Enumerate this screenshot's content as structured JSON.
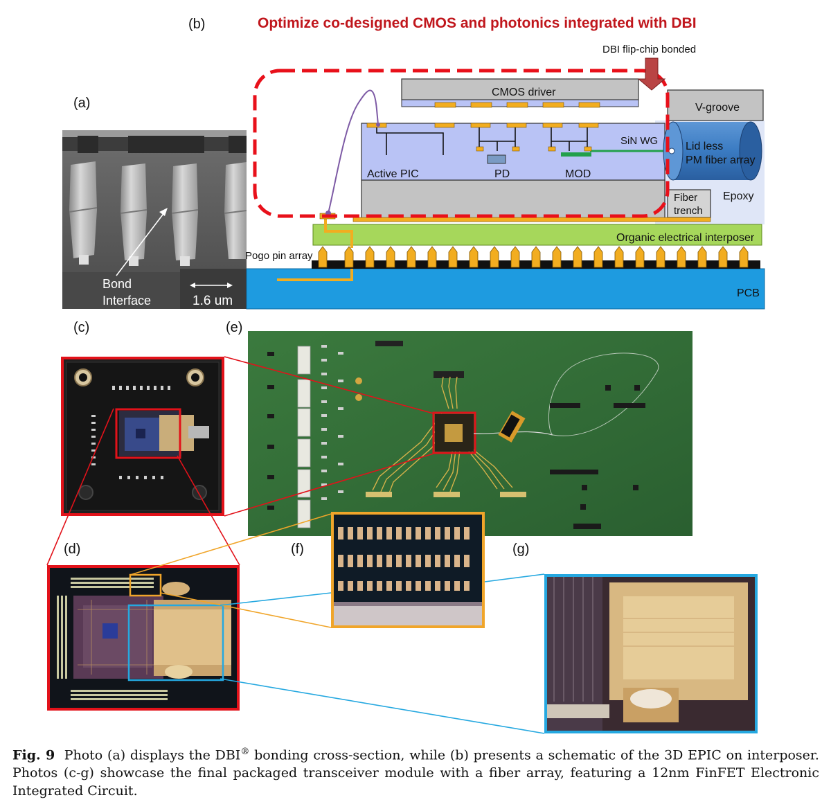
{
  "panels": {
    "a": "(a)",
    "b": "(b)",
    "c": "(c)",
    "d": "(d)",
    "e": "(e)",
    "f": "(f)",
    "g": "(g)"
  },
  "schematic": {
    "title": "Optimize co-designed CMOS and photonics integrated with DBI",
    "dbi_label": "DBI flip-chip bonded",
    "cmos_driver": "CMOS driver",
    "v_groove": "V-groove",
    "sin_wg": "SiN WG",
    "fiber_array_line1": "Lid less",
    "fiber_array_line2": "PM fiber array",
    "active_pic": "Active PIC",
    "pd": "PD",
    "mod": "MOD",
    "fiber_trench_line1": "Fiber",
    "fiber_trench_line2": "trench",
    "epoxy": "Epoxy",
    "interposer": "Organic electrical interposer",
    "pogo": "Pogo pin array",
    "pcb": "PCB"
  },
  "sem": {
    "bond_line1": "Bond",
    "bond_line2": "Interface",
    "scale": "1.6 um"
  },
  "caption": {
    "fig": "Fig. 9",
    "text_before_sup": "Photo (a) displays the DBI",
    "sup": "®",
    "text_after_sup": " bonding cross-section, while (b) presents a schematic of the 3D EPIC on interposer. Photos (c-g) showcase the final packaged transceiver module with a fiber array, featuring a 12nm FinFET Electronic Integrated Circuit."
  },
  "colors": {
    "title_red": "#c0161c",
    "dashed_red": "#e8101a",
    "pic_fill": "#b9c3f5",
    "interposer_green": "#a6d75b",
    "pcb_blue": "#1e9be0",
    "pad_orange": "#f2ad20",
    "wire_purple": "#7d5aa5",
    "fiber_blue": "#2f72b8",
    "callout_red": "#e2121a",
    "callout_orange": "#f0a52a",
    "callout_blue": "#25a8e0"
  }
}
